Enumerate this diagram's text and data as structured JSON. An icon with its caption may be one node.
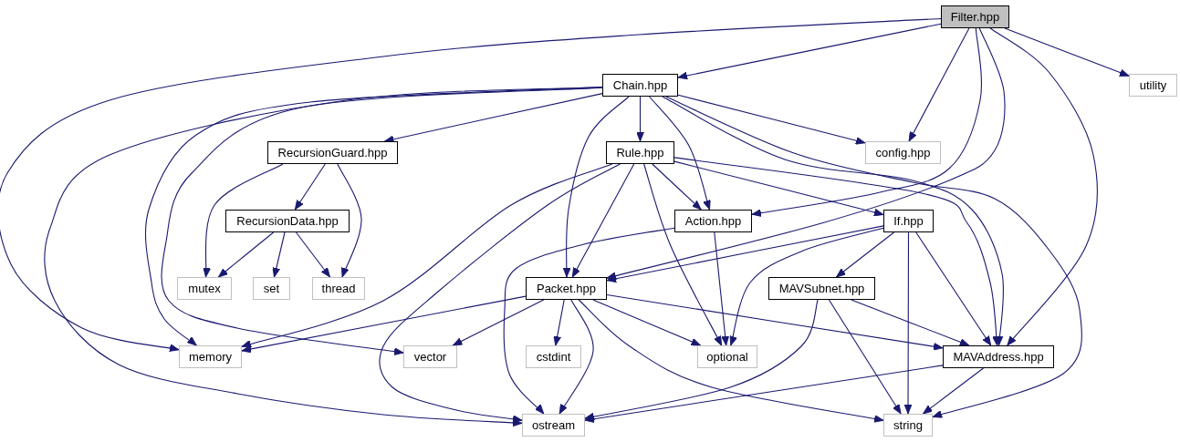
{
  "diagram": {
    "nodes": [
      {
        "text": [
          "Filter.hpp"
        ]
      },
      {
        "text": [
          "Chain.hpp"
        ]
      },
      {
        "text": [
          "utility"
        ]
      },
      {
        "text": [
          "RecursionGuard.hpp"
        ]
      },
      {
        "text": [
          "Rule.hpp"
        ]
      },
      {
        "text": [
          "config.hpp"
        ]
      },
      {
        "text": [
          "RecursionData.hpp"
        ]
      },
      {
        "text": [
          "Action.hpp"
        ]
      },
      {
        "text": [
          "If.hpp"
        ]
      },
      {
        "text": [
          "mutex"
        ]
      },
      {
        "text": [
          "set"
        ]
      },
      {
        "text": [
          "thread"
        ]
      },
      {
        "text": [
          "Packet.hpp"
        ]
      },
      {
        "text": [
          "MAVSubnet.hpp"
        ]
      },
      {
        "text": [
          "memory"
        ]
      },
      {
        "text": [
          "vector"
        ]
      },
      {
        "text": [
          "cstdint"
        ]
      },
      {
        "text": [
          "optional"
        ]
      },
      {
        "text": [
          "MAVAddress.hpp"
        ]
      },
      {
        "text": [
          "ostream"
        ]
      },
      {
        "text": [
          "string"
        ]
      }
    ],
    "edges": [
      {
        "from": 0,
        "to": 1,
        "arrow": "to"
      },
      {
        "from": 0,
        "to": 14,
        "arrow": "to"
      },
      {
        "from": 0,
        "to": 5,
        "arrow": "to"
      },
      {
        "from": 0,
        "to": 2,
        "arrow": "to"
      },
      {
        "from": 0,
        "to": 7,
        "arrow": "to"
      },
      {
        "from": 0,
        "to": 12,
        "arrow": "to"
      },
      {
        "from": 0,
        "to": 18,
        "arrow": "to"
      },
      {
        "from": 1,
        "to": 3,
        "arrow": "to"
      },
      {
        "from": 1,
        "to": 4,
        "arrow": "to"
      },
      {
        "from": 1,
        "to": 12,
        "arrow": "to"
      },
      {
        "from": 1,
        "to": 7,
        "arrow": "to"
      },
      {
        "from": 1,
        "to": 5,
        "arrow": "to"
      },
      {
        "from": 1,
        "to": 18,
        "arrow": "to"
      },
      {
        "from": 1,
        "to": 20,
        "arrow": "to"
      },
      {
        "from": 1,
        "to": 19,
        "arrow": "to"
      },
      {
        "from": 1,
        "to": 14,
        "arrow": "to"
      },
      {
        "from": 1,
        "to": 15,
        "arrow": "to"
      },
      {
        "from": 3,
        "to": 9,
        "arrow": "to"
      },
      {
        "from": 3,
        "to": 6,
        "arrow": "to"
      },
      {
        "from": 3,
        "to": 11,
        "arrow": "to"
      },
      {
        "from": 4,
        "to": 14,
        "arrow": "to"
      },
      {
        "from": 4,
        "to": 19,
        "arrow": "to"
      },
      {
        "from": 4,
        "to": 12,
        "arrow": "to"
      },
      {
        "from": 4,
        "to": 17,
        "arrow": "to"
      },
      {
        "from": 4,
        "to": 7,
        "arrow": "to"
      },
      {
        "from": 4,
        "to": 8,
        "arrow": "to"
      },
      {
        "from": 4,
        "to": 18,
        "arrow": "to"
      },
      {
        "from": 6,
        "to": 9,
        "arrow": "to"
      },
      {
        "from": 6,
        "to": 10,
        "arrow": "to"
      },
      {
        "from": 6,
        "to": 11,
        "arrow": "to"
      },
      {
        "from": 7,
        "to": 19,
        "arrow": "to"
      },
      {
        "from": 7,
        "to": 17,
        "arrow": "to"
      },
      {
        "from": 8,
        "to": 12,
        "arrow": "to"
      },
      {
        "from": 8,
        "to": 17,
        "arrow": "to"
      },
      {
        "from": 8,
        "to": 13,
        "arrow": "to"
      },
      {
        "from": 8,
        "to": 18,
        "arrow": "to"
      },
      {
        "from": 8,
        "to": 20,
        "arrow": "to"
      },
      {
        "from": 12,
        "to": 14,
        "arrow": "to"
      },
      {
        "from": 12,
        "to": 15,
        "arrow": "to"
      },
      {
        "from": 12,
        "to": 16,
        "arrow": "to"
      },
      {
        "from": 12,
        "to": 19,
        "arrow": "to"
      },
      {
        "from": 12,
        "to": 20,
        "arrow": "to"
      },
      {
        "from": 12,
        "to": 17,
        "arrow": "to"
      },
      {
        "from": 12,
        "to": 18,
        "arrow": "to"
      },
      {
        "from": 13,
        "to": 19,
        "arrow": "to"
      },
      {
        "from": 13,
        "to": 20,
        "arrow": "to"
      },
      {
        "from": 13,
        "to": 18,
        "arrow": "to"
      },
      {
        "from": 18,
        "to": 19,
        "arrow": "to"
      },
      {
        "from": 18,
        "to": 20,
        "arrow": "to"
      }
    ]
  }
}
